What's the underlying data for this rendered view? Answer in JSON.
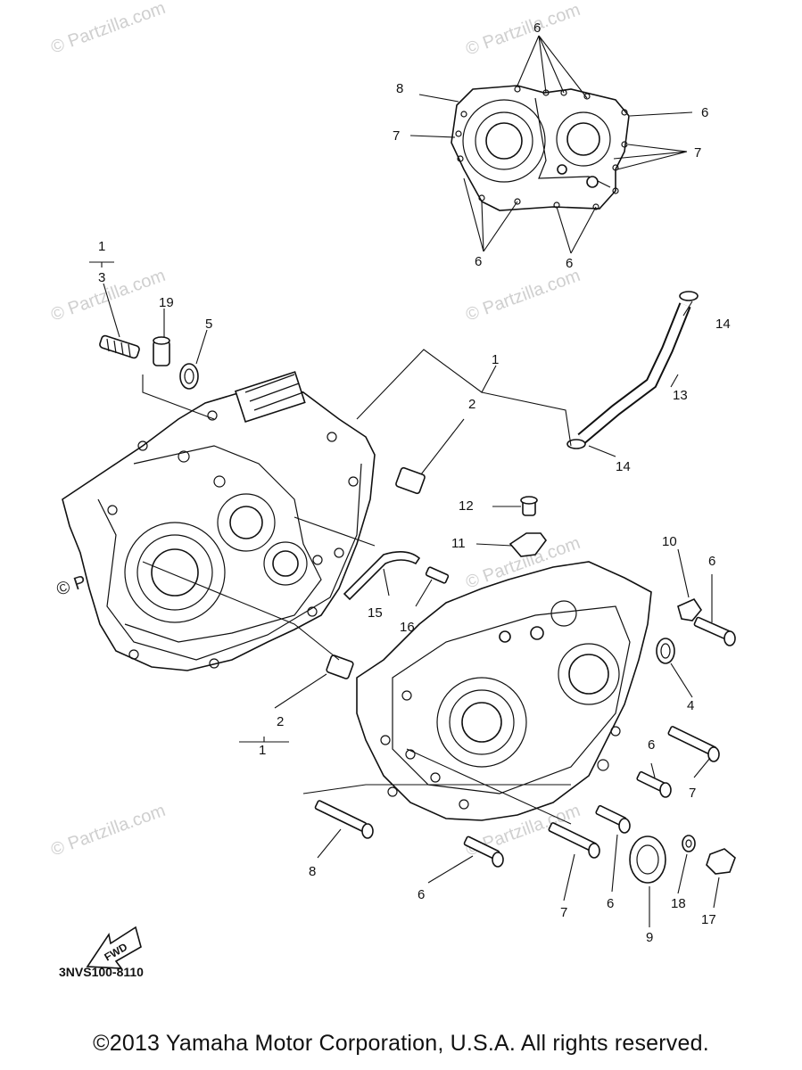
{
  "watermark": "© Partzilla.com",
  "diagram_code": "3NVS100-8110",
  "copyright": "©2013  Yamaha Motor Corporation, U.S.A. All rights reserved.",
  "fwd_label": "FWD",
  "callouts": [
    "1",
    "2",
    "3",
    "4",
    "5",
    "6",
    "7",
    "8",
    "9",
    "10",
    "11",
    "12",
    "13",
    "14",
    "15",
    "16",
    "17",
    "18",
    "19"
  ]
}
